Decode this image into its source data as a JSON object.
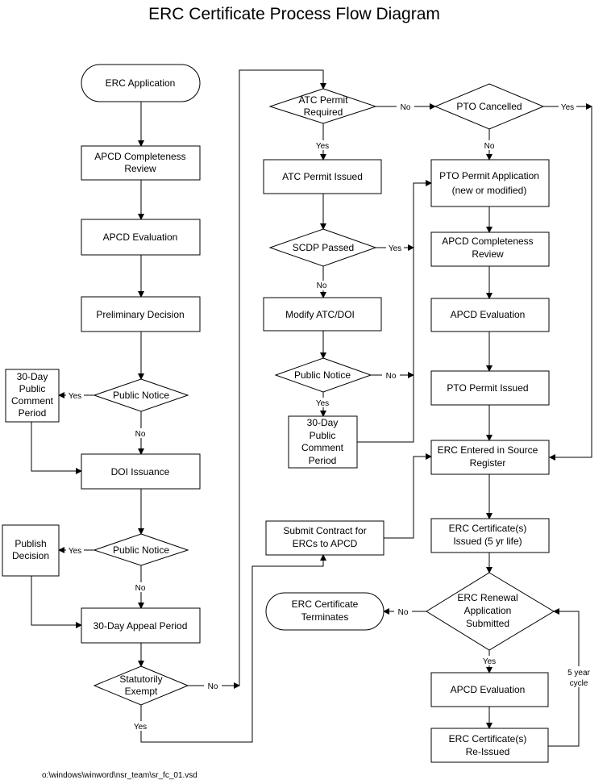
{
  "title": "ERC Certificate Process Flow Diagram",
  "footer": "o:\\windows\\winword\\nsr_team\\sr_fc_01.vsd",
  "nodes": {
    "erc_application": "ERC Application",
    "apcd_completeness_review_1": [
      "APCD Completeness",
      "Review"
    ],
    "apcd_evaluation_1": "APCD Evaluation",
    "preliminary_decision": "Preliminary Decision",
    "public_notice_1": "Public Notice",
    "public_comment_1": [
      "30-Day",
      "Public",
      "Comment",
      "Period"
    ],
    "doi_issuance": "DOI Issuance",
    "public_notice_2": "Public Notice",
    "publish_decision": [
      "Publish",
      "Decision"
    ],
    "appeal_period": "30-Day Appeal Period",
    "statutorily_exempt": [
      "Statutorily",
      "Exempt"
    ],
    "atc_permit_required": [
      "ATC Permit",
      "Required"
    ],
    "atc_permit_issued": "ATC Permit Issued",
    "scdp_passed": "SCDP Passed",
    "modify_atc_doi": "Modify ATC/DOI",
    "public_notice_3": "Public Notice",
    "public_comment_2": [
      "30-Day",
      "Public",
      "Comment",
      "Period"
    ],
    "submit_contract": [
      "Submit Contract for",
      "ERCs to APCD"
    ],
    "pto_cancelled": "PTO Cancelled",
    "pto_permit_application": [
      "PTO Permit Application",
      "(new or modified)"
    ],
    "apcd_completeness_review_2": [
      "APCD Completeness",
      "Review"
    ],
    "apcd_evaluation_2": "APCD Evaluation",
    "pto_permit_issued": "PTO Permit Issued",
    "erc_entered": [
      "ERC Entered in Source",
      "Register"
    ],
    "erc_certificates_issued": [
      "ERC Certificate(s)",
      "Issued (5 yr life)"
    ],
    "erc_renewal": [
      "ERC Renewal",
      "Application",
      "Submitted"
    ],
    "erc_terminates": [
      "ERC Certificate",
      "Terminates"
    ],
    "apcd_evaluation_3": "APCD Evaluation",
    "erc_reissued": [
      "ERC Certificate(s)",
      "Re-Issued"
    ]
  },
  "edge_labels": {
    "yes": "Yes",
    "no": "No",
    "cycle": [
      "5 year",
      "cycle"
    ]
  }
}
